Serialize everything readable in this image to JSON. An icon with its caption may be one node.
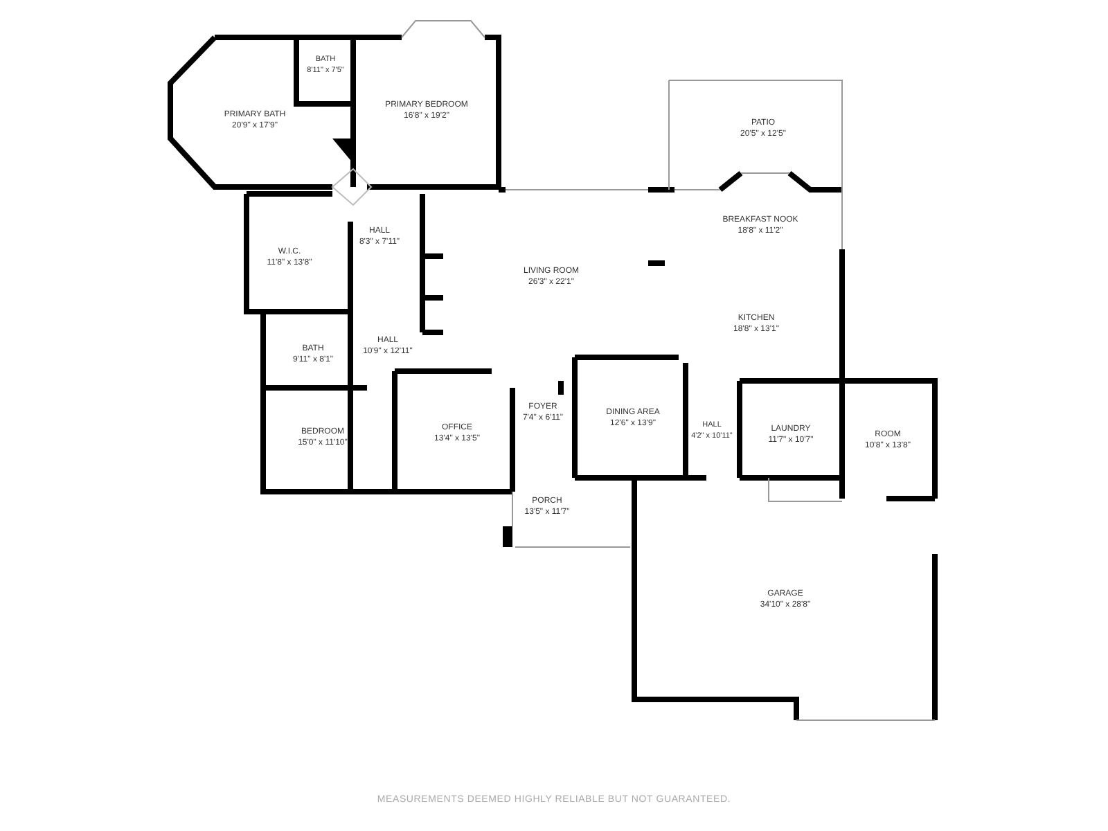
{
  "diagram": {
    "nodes": [
      {
        "text": [
          "BATH",
          "8'11\" x 7'5\""
        ]
      },
      {
        "text": [
          "PRIMARY BATH",
          "20'9\" x 17'9\""
        ]
      },
      {
        "text": [
          "PRIMARY BEDROOM",
          "16'8\" x 19'2\""
        ]
      },
      {
        "text": [
          "PATIO",
          "20'5\" x 12'5\""
        ]
      },
      {
        "text": [
          "BREAKFAST NOOK",
          "18'8\" x 11'2\""
        ]
      },
      {
        "text": [
          "HALL",
          "8'3\" x 7'11\""
        ]
      },
      {
        "text": [
          "W.I.C.",
          "11'8\" x 13'8\""
        ]
      },
      {
        "text": [
          "LIVING ROOM",
          "26'3\" x 22'1\""
        ]
      },
      {
        "text": [
          "KITCHEN",
          "18'8\" x 13'1\""
        ]
      },
      {
        "text": [
          "BATH",
          "9'11\" x 8'1\""
        ]
      },
      {
        "text": [
          "HALL",
          "10'9\" x 12'11\""
        ]
      },
      {
        "text": [
          "BEDROOM",
          "15'0\" x 11'10\""
        ]
      },
      {
        "text": [
          "OFFICE",
          "13'4\" x 13'5\""
        ]
      },
      {
        "text": [
          "FOYER",
          "7'4\" x 6'11\""
        ]
      },
      {
        "text": [
          "DINING AREA",
          "12'6\" x 13'9\""
        ]
      },
      {
        "text": [
          "HALL",
          "4'2\" x 10'11\""
        ]
      },
      {
        "text": [
          "LAUNDRY",
          "11'7\" x 10'7\""
        ]
      },
      {
        "text": [
          "ROOM",
          "10'8\" x 13'8\""
        ]
      },
      {
        "text": [
          "PORCH",
          "13'5\" x 11'7\""
        ]
      },
      {
        "text": [
          "GARAGE",
          "34'10\" x 28'8\""
        ]
      }
    ],
    "labels": [
      "MEASUREMENTS DEEMED HIGHLY RELIABLE BUT NOT GUARANTEED."
    ]
  }
}
